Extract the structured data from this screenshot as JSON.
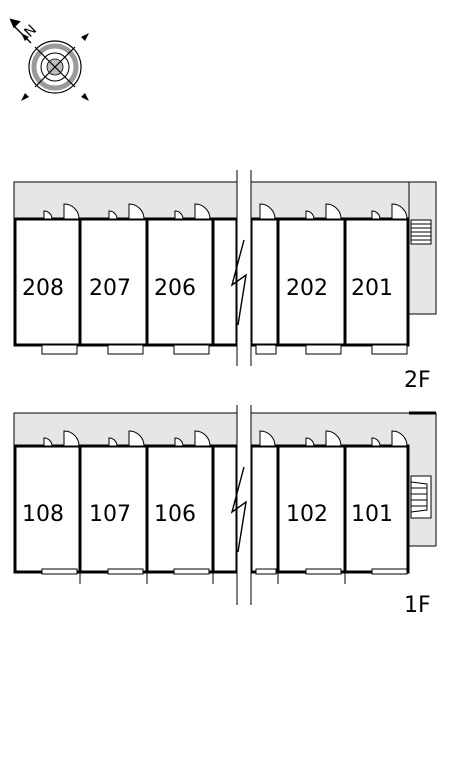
{
  "compass": {
    "north_label": "N",
    "icon": "compass-rose-icon"
  },
  "floors": [
    {
      "label": "2F",
      "rooms": [
        "208",
        "207",
        "206",
        "202",
        "201"
      ]
    },
    {
      "label": "1F",
      "rooms": [
        "108",
        "107",
        "106",
        "102",
        "101"
      ]
    }
  ],
  "colors": {
    "corridor": "#e6e6e6",
    "wall": "#000000",
    "background": "#ffffff"
  }
}
